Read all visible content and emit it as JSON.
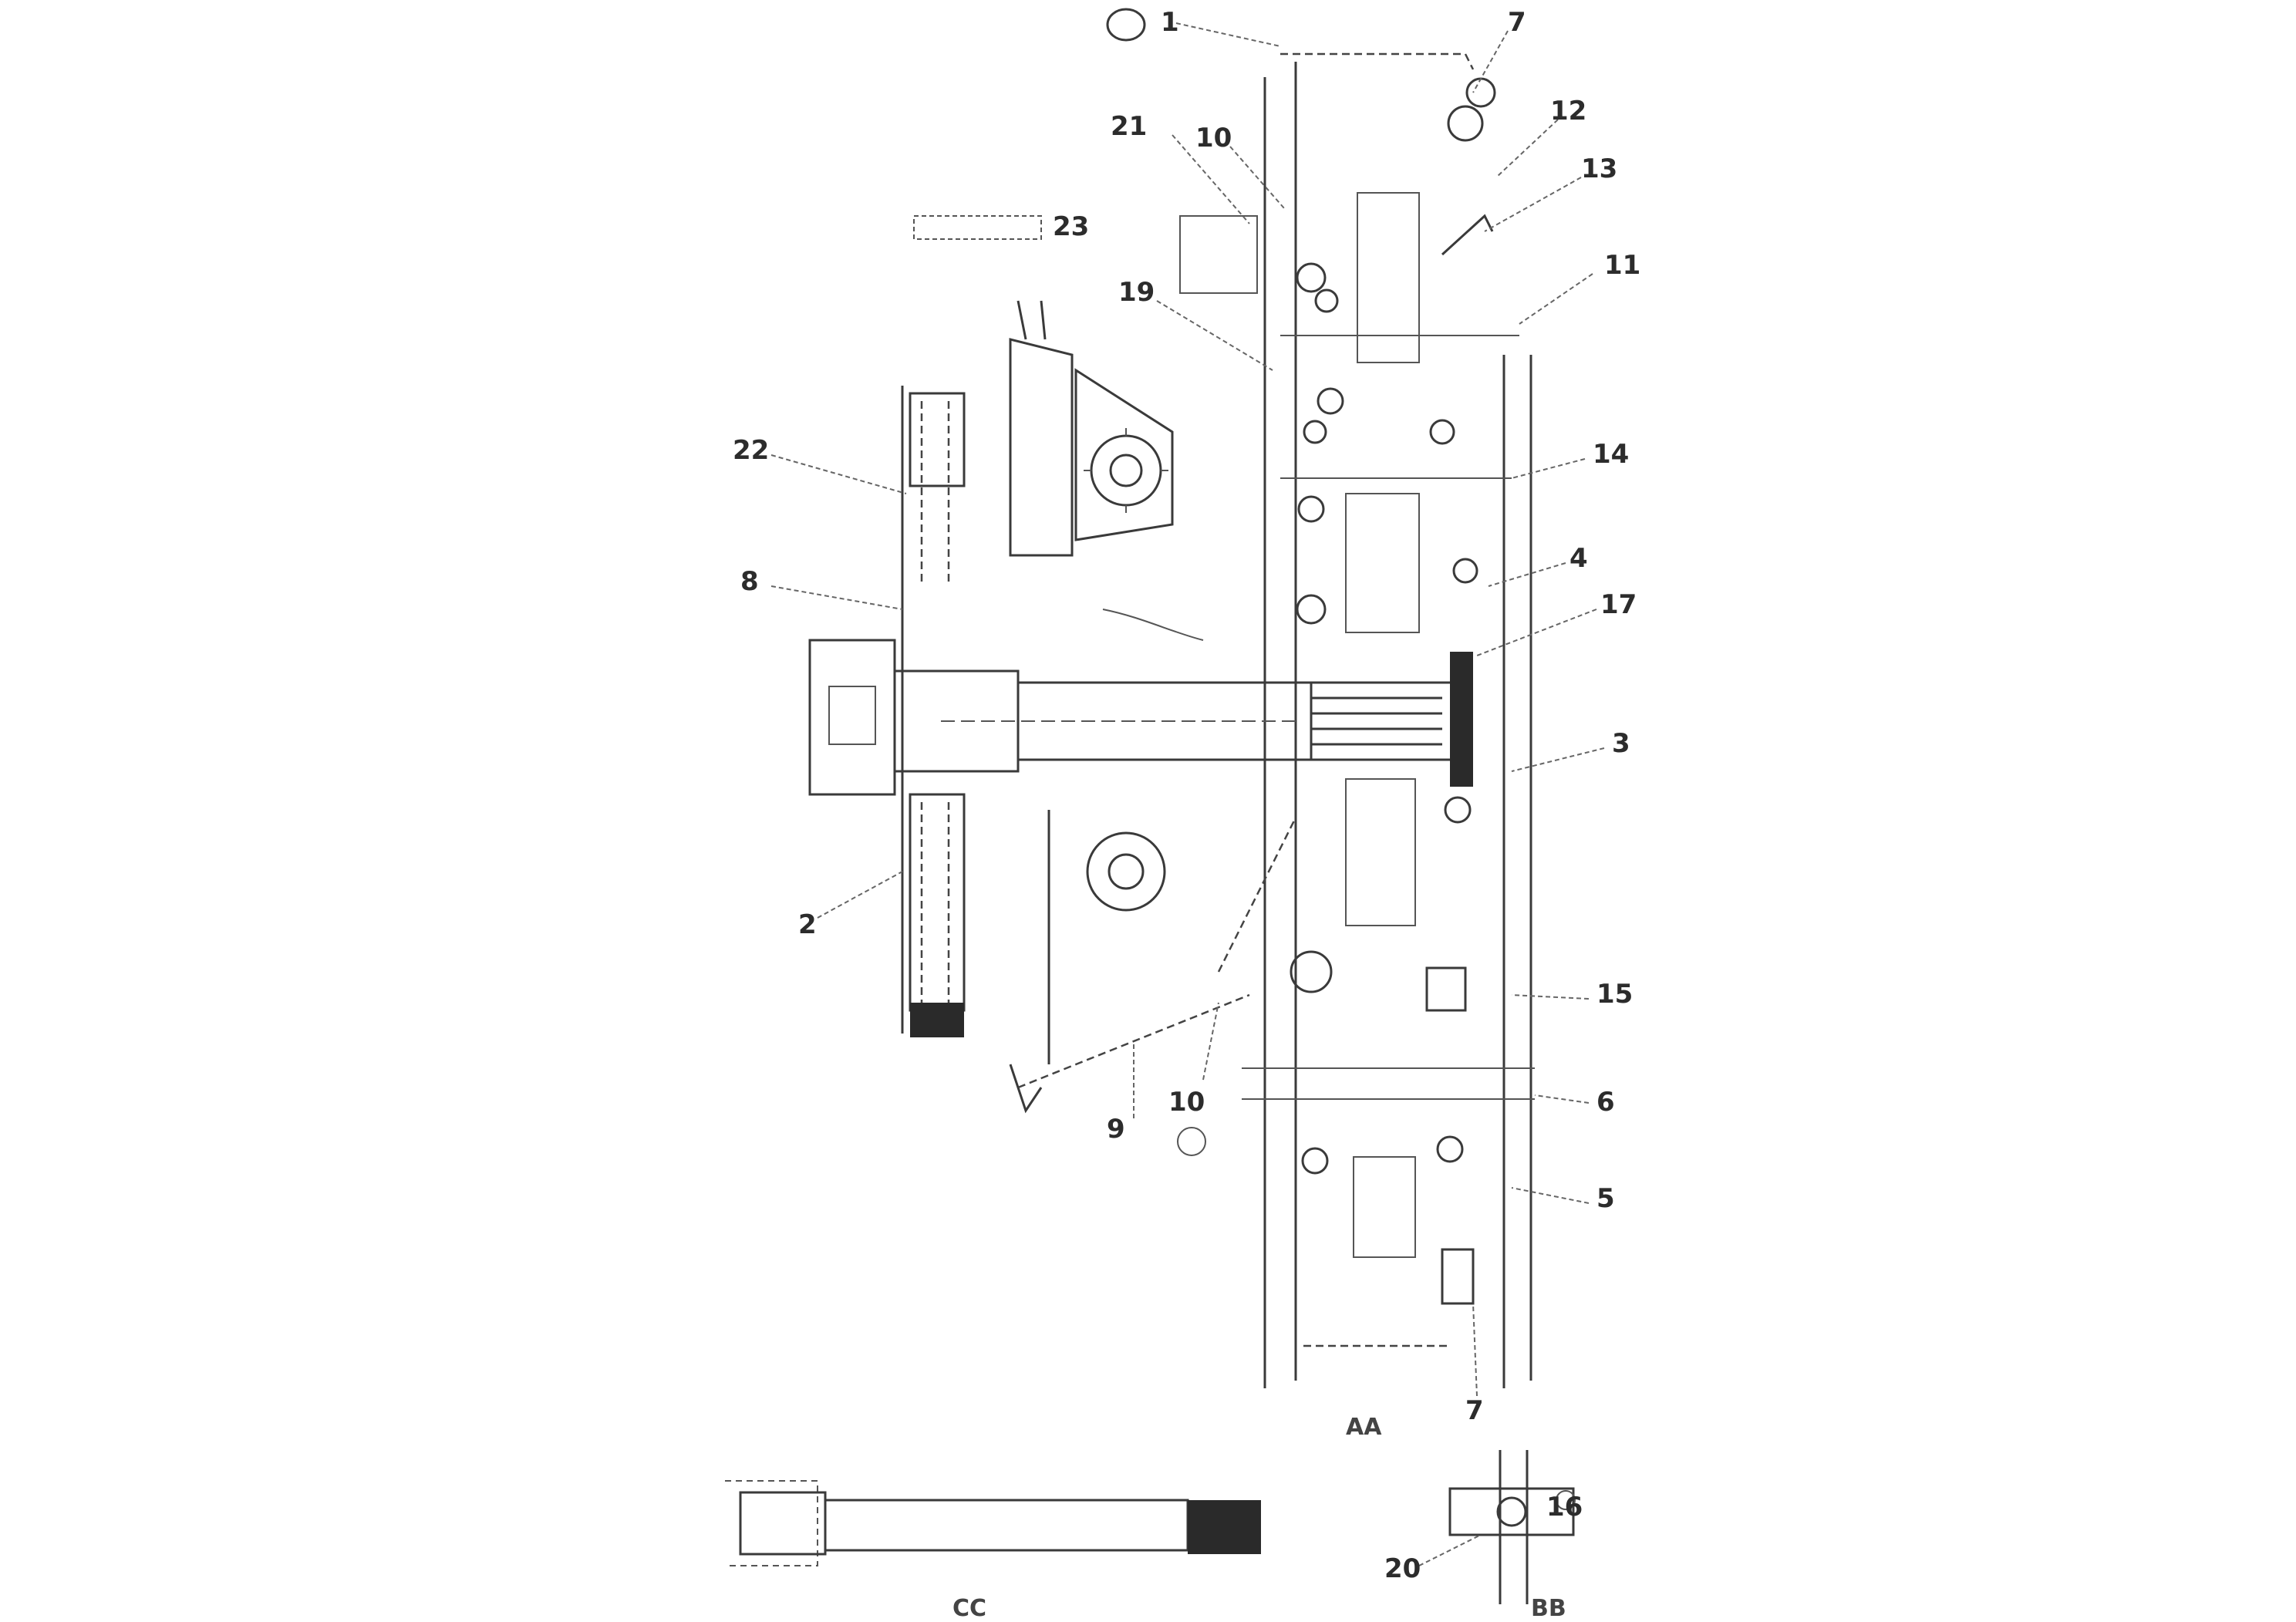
{
  "callouts": {
    "c1": "1",
    "c7a": "7",
    "c12": "12",
    "c21": "21",
    "c10a": "10",
    "c13": "13",
    "c23": "23",
    "c11": "11",
    "c19": "19",
    "c22": "22",
    "c14": "14",
    "c8": "8",
    "c4": "4",
    "c17": "17",
    "c3": "3",
    "c2": "2",
    "c15": "15",
    "c10b": "10",
    "c9": "9",
    "c6": "6",
    "c5": "5",
    "c7b": "7",
    "c16": "16",
    "c20": "20"
  },
  "views": {
    "main": "AA",
    "side": "BB",
    "bar": "CC"
  }
}
